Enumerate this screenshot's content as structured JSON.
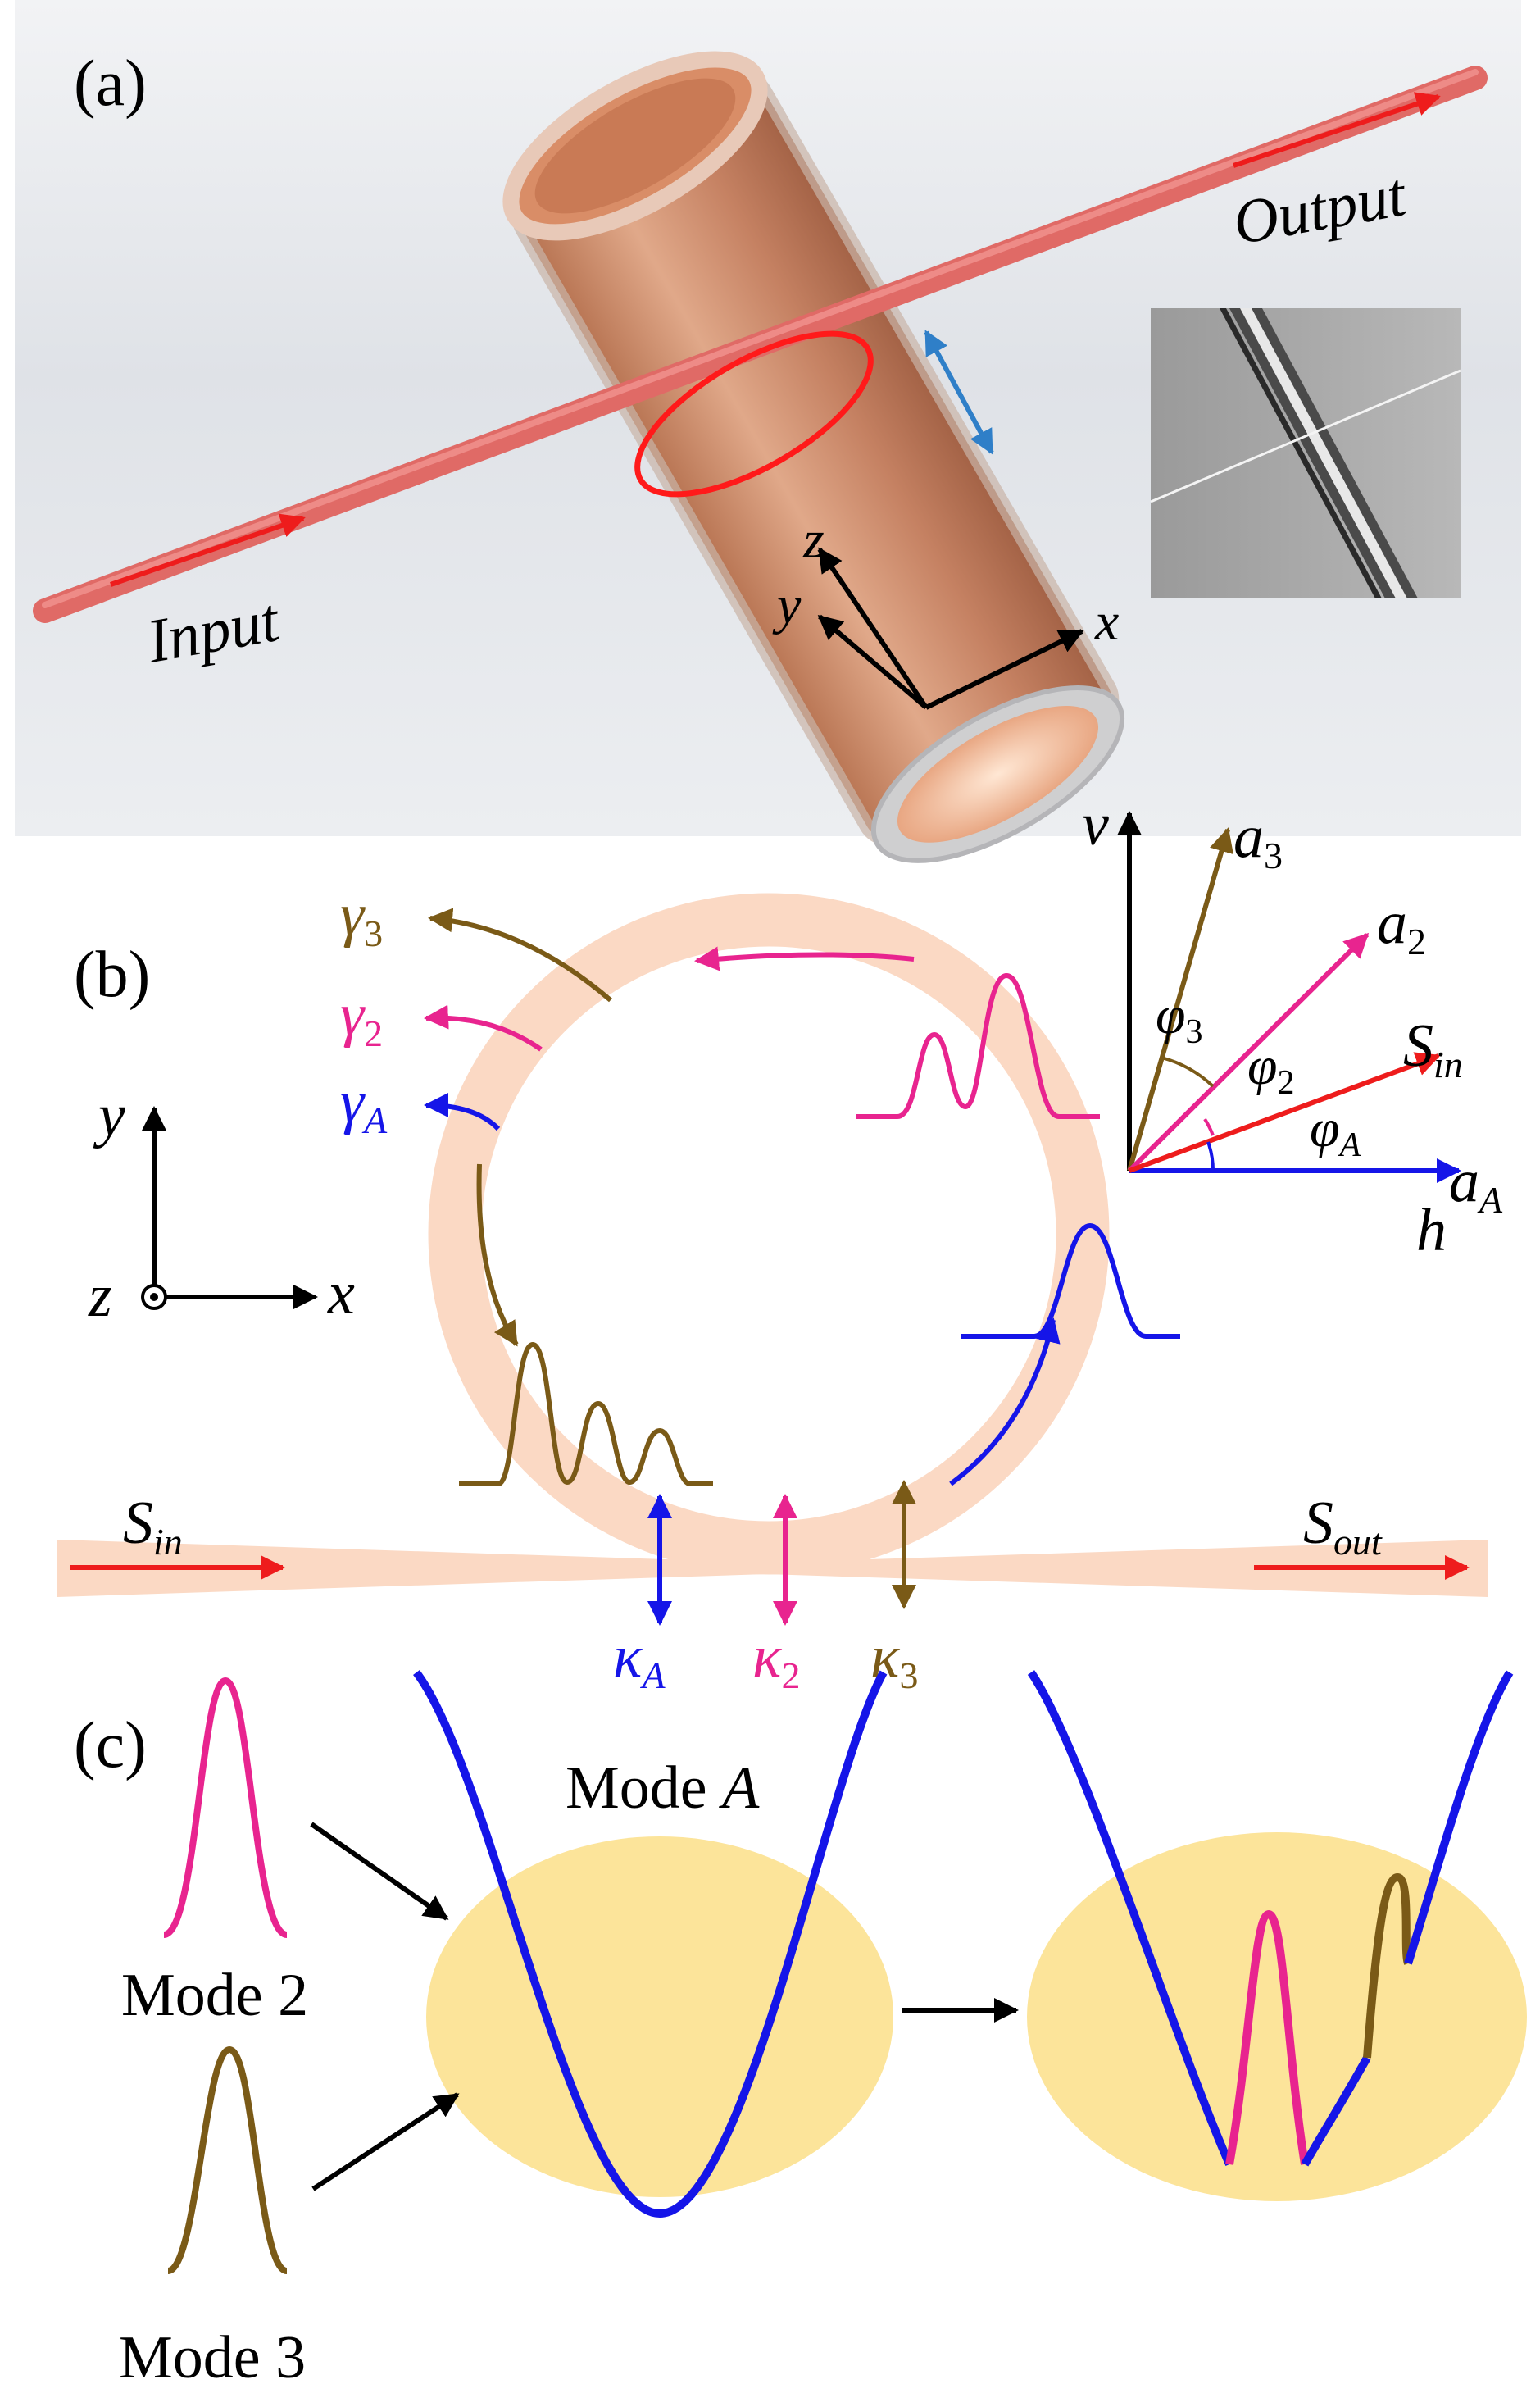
{
  "panels": {
    "a": {
      "label": "(a)",
      "input_label": "Input",
      "output_label": "Output",
      "axes": {
        "x": "x",
        "y": "y",
        "z": "z"
      }
    },
    "b": {
      "label": "(b)",
      "losses": [
        {
          "sym": "γ",
          "sub": "3",
          "color": "#7a5a17"
        },
        {
          "sym": "γ",
          "sub": "2",
          "color": "#e8248f"
        },
        {
          "sym": "γ",
          "sub": "A",
          "color": "#1515e8"
        }
      ],
      "couplings": [
        {
          "sym": "κ",
          "sub": "A",
          "color": "#1515e8"
        },
        {
          "sym": "κ",
          "sub": "2",
          "color": "#e8248f"
        },
        {
          "sym": "κ",
          "sub": "3",
          "color": "#7a5a17"
        }
      ],
      "s_in": {
        "sym": "S",
        "sub": "in"
      },
      "s_out": {
        "sym": "S",
        "sub": "out"
      },
      "frame": {
        "x": "x",
        "y": "y",
        "z": "z"
      },
      "phasor": {
        "v": "v",
        "h": "h",
        "a3": {
          "sym": "a",
          "sub": "3"
        },
        "a2": {
          "sym": "a",
          "sub": "2"
        },
        "s_in": {
          "sym": "S",
          "sub": "in"
        },
        "aA": {
          "sym": "a",
          "sub": "A"
        },
        "phi3": {
          "sym": "φ",
          "sub": "3"
        },
        "phi2": {
          "sym": "φ",
          "sub": "2"
        },
        "phiA": {
          "sym": "φ",
          "sub": "A"
        }
      }
    },
    "c": {
      "label": "(c)",
      "mode2": "Mode 2",
      "mode3": "Mode 3",
      "modeA_prefix": "Mode ",
      "modeA_sym": "A"
    }
  },
  "colors": {
    "brown": "#7a5a17",
    "magenta": "#e8248f",
    "blue": "#1515e8",
    "red": "#ee1c1c",
    "ring": "#fbd9c4",
    "ellipse": "#fce49a"
  }
}
